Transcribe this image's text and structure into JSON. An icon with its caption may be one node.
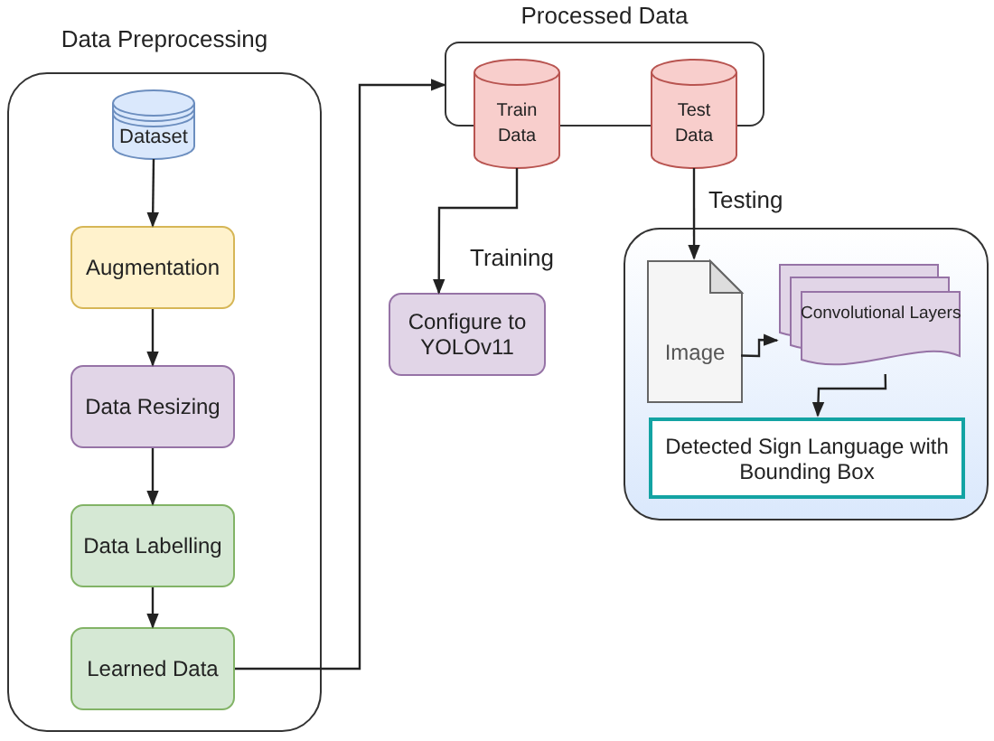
{
  "diagram": {
    "nodes": [
      {
        "text": [
          "Data Preprocessing"
        ]
      },
      {
        "text": [
          "Dataset"
        ],
        "in": 0
      },
      {
        "text": [
          "Augmentation"
        ],
        "in": 0
      },
      {
        "text": [
          "Data Resizing"
        ],
        "in": 0
      },
      {
        "text": [
          "Data Labelling"
        ],
        "in": 0
      },
      {
        "text": [
          "Learned Data"
        ],
        "in": 0
      },
      {
        "text": [
          "Processed Data"
        ]
      },
      {
        "text": [
          "Train Data"
        ]
      },
      {
        "text": [
          "Test Data"
        ]
      },
      {
        "text": [
          "Configure to YOLOv11"
        ]
      },
      {
        "text": [],
        "shape": "box"
      },
      {
        "text": [
          "Image"
        ],
        "in": 10
      },
      {
        "text": [
          "Convolutional Layers"
        ],
        "in": 10
      },
      {
        "text": [
          "Detected Sign Language with Bounding Box"
        ],
        "in": 10
      }
    ],
    "edges": [
      {
        "from": 1,
        "to": 2,
        "arrow": "to"
      },
      {
        "from": 2,
        "to": 3,
        "arrow": "to"
      },
      {
        "from": 3,
        "to": 4,
        "arrow": "to"
      },
      {
        "from": 4,
        "to": 5,
        "arrow": "to"
      },
      {
        "from": 5,
        "to": 6,
        "arrow": "to"
      },
      {
        "from": 7,
        "to": 9,
        "arrow": "to",
        "label": "Training"
      },
      {
        "from": 8,
        "to": 11,
        "arrow": "to",
        "label": "Testing"
      },
      {
        "from": 11,
        "to": 12,
        "arrow": "to"
      },
      {
        "from": 12,
        "to": 13,
        "arrow": "to"
      }
    ]
  }
}
